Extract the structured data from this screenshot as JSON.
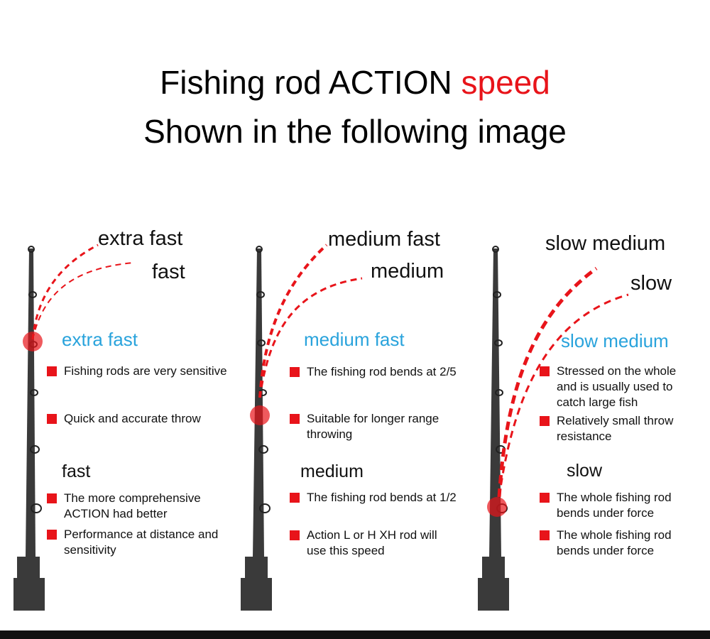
{
  "title": {
    "line1_prefix": "Fishing rod ACTION",
    "line1_accent": "speed",
    "line2": "Shown in the following image"
  },
  "colors": {
    "accent": "#e8141a",
    "blue": "#29a3dc",
    "rod": "#3a3a3a"
  },
  "panels": [
    {
      "curve_labels": [
        "extra fast",
        "fast"
      ],
      "heading1": "extra fast",
      "bullets1": [
        "Fishing rods are very sensitive",
        "Quick and accurate throw"
      ],
      "heading2": "fast",
      "bullets2": [
        "The more comprehensive ACTION had better",
        "Performance at distance and sensitivity"
      ]
    },
    {
      "curve_labels": [
        "medium fast",
        "medium"
      ],
      "heading1": "medium fast",
      "bullets1": [
        "The fishing rod bends at 2/5",
        "Suitable for longer range throwing"
      ],
      "heading2": "medium",
      "bullets2": [
        "The fishing rod bends at 1/2",
        "Action L  or H XH rod will use this speed"
      ]
    },
    {
      "curve_labels": [
        "slow medium",
        "slow"
      ],
      "heading1": "slow medium",
      "bullets1": [
        "Stressed on the whole and is usually used to catch large fish",
        "Relatively small throw resistance"
      ],
      "heading2": "slow",
      "bullets2": [
        "The whole fishing rod bends under force",
        "The whole fishing rod bends under force"
      ]
    }
  ]
}
